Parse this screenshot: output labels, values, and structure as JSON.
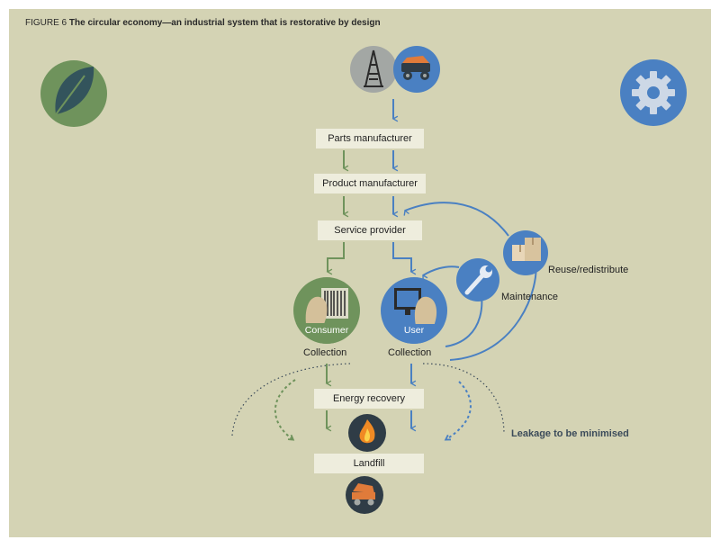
{
  "figure": {
    "prefix": "FIGURE 6",
    "title": "The circular economy—an industrial system that is restorative by design"
  },
  "boxes": {
    "parts_manufacturer": "Parts manufacturer",
    "product_manufacturer": "Product manufacturer",
    "service_provider": "Service provider",
    "energy_recovery": "Energy recovery",
    "landfill": "Landfill"
  },
  "nodes": {
    "consumer": "Consumer",
    "user": "User",
    "maintenance": "Maintenance",
    "reuse": "Reuse/redistribute"
  },
  "labels": {
    "collection_left": "Collection",
    "collection_right": "Collection",
    "leakage": "Leakage to be minimised"
  },
  "icons": {
    "biological": "leaf-icon",
    "technical": "gear-icon",
    "extraction": "oil-rig-icon",
    "mining": "mining-truck-icon",
    "maintenance": "wrench-icon",
    "reuse": "boxes-icon",
    "consumer": "barcode-person-icon",
    "user": "computer-person-icon",
    "energy": "flame-icon",
    "landfill": "dump-truck-icon"
  },
  "colors": {
    "background": "#d4d3b4",
    "box": "#eeeddd",
    "biological": "#6f935c",
    "technical": "#4a80c2",
    "dark": "#3b4b5a"
  }
}
